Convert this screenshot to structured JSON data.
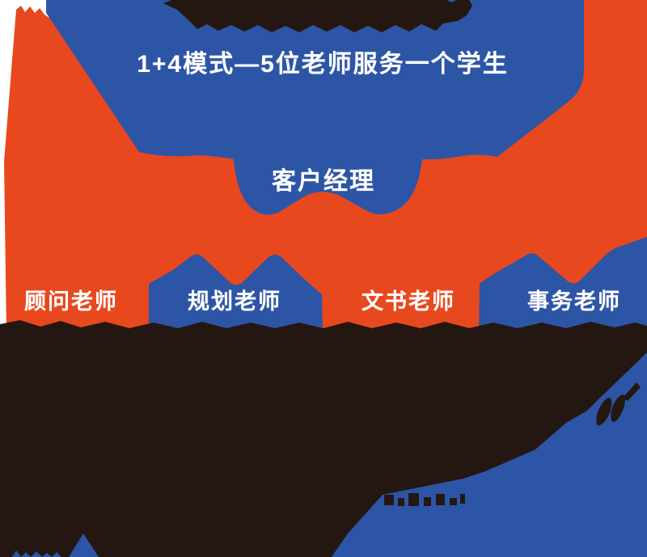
{
  "banner": {
    "subtitle": "1+4模式—5位老师服务一个学生"
  },
  "manager": {
    "label": "客户经理"
  },
  "teachers": [
    {
      "label": "顾问老师"
    },
    {
      "label": "规划老师"
    },
    {
      "label": "文书老师"
    },
    {
      "label": "事务老师"
    }
  ],
  "colors": {
    "orange": "#E8481D",
    "blue": "#2D55A6",
    "dark": "#241712",
    "white": "#FFFFFF"
  }
}
